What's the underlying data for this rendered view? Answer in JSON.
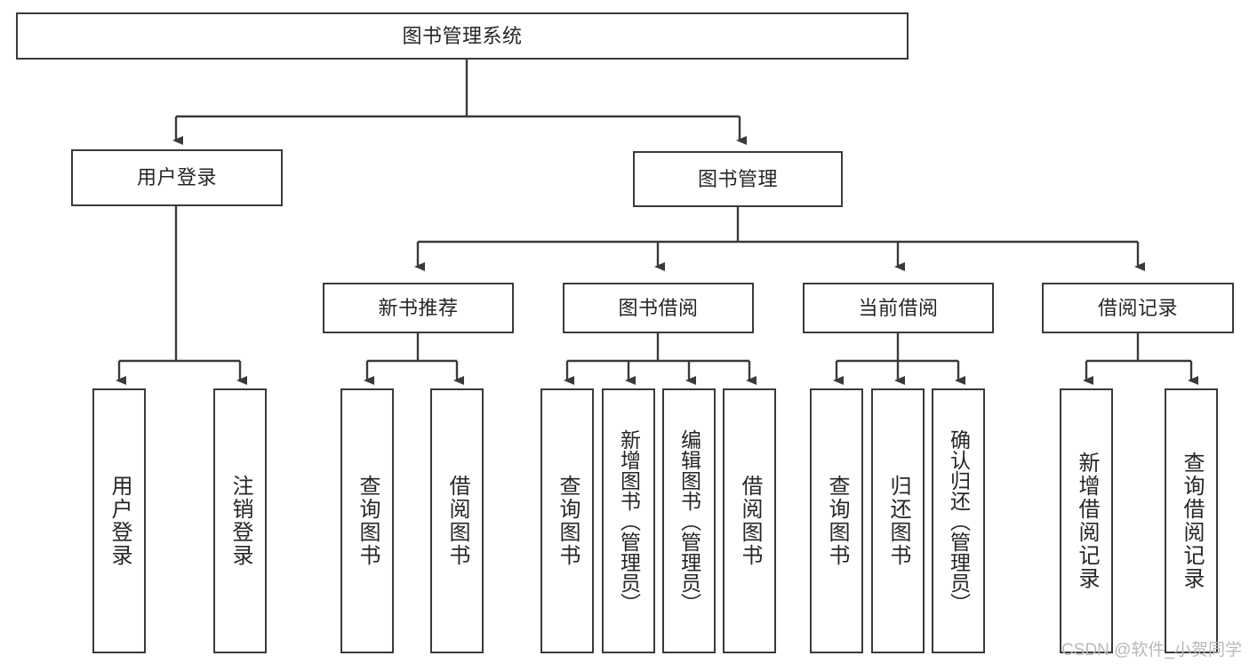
{
  "diagram": {
    "type": "tree",
    "title": "图书管理系统",
    "orientation": "top-down",
    "colors": {
      "stroke": "#3a3a3a",
      "fill": "#ffffff",
      "text": "#262626",
      "watermark": "#b9b9b9"
    },
    "root": {
      "label": "图书管理系统"
    },
    "level2": [
      {
        "label": "用户登录"
      },
      {
        "label": "图书管理"
      }
    ],
    "level3": [
      {
        "label": "新书推荐"
      },
      {
        "label": "图书借阅"
      },
      {
        "label": "当前借阅"
      },
      {
        "label": "借阅记录"
      }
    ],
    "leaves": {
      "user_login": [
        {
          "label": "用户登录"
        },
        {
          "label": "注销登录"
        }
      ],
      "new_book": [
        {
          "label": "查询图书"
        },
        {
          "label": "借阅图书"
        }
      ],
      "borrow_book": [
        {
          "label": "查询图书"
        },
        {
          "label": "新增图书（管理员）"
        },
        {
          "label": "编辑图书（管理员）"
        },
        {
          "label": "借阅图书"
        }
      ],
      "current_borrow": [
        {
          "label": "查询图书"
        },
        {
          "label": "归还图书"
        },
        {
          "label": "确认归还（管理员）"
        }
      ],
      "borrow_record": [
        {
          "label": "新增借阅记录"
        },
        {
          "label": "查询借阅记录"
        }
      ]
    }
  },
  "watermark": "CSDN @软件_小贺同学"
}
